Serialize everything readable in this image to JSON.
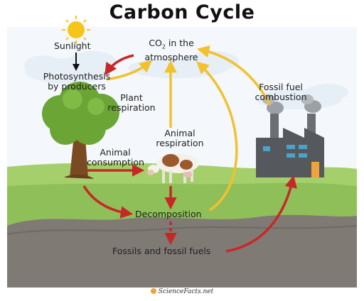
{
  "title": "Carbon Cycle",
  "labels": {
    "sunlight": "Sunlight",
    "co2_main": "CO",
    "co2_sub": "2",
    "co2_rest": " in the",
    "atmosphere": "atmosphere",
    "photosynthesis": "Photosynthesis",
    "by_producers": "by producers",
    "plant": "Plant",
    "respiration_plant": "respiration",
    "animal_r": "Animal",
    "respiration_animal": "respiration",
    "fossil_fuel": "Fossil fuel",
    "combustion": "combustion",
    "animal_c": "Animal",
    "consumption": "consumption",
    "decomposition": "Decomposition",
    "fossils": "Fossils and fossil fuels"
  },
  "footer": "ScienceFacts.net",
  "colors": {
    "red_arrow": "#c62828",
    "yellow_arrow": "#f2c12e",
    "grass": "#9ccb65",
    "soil": "#7d7874",
    "sky": "#eef5fb",
    "sun": "#f5c518",
    "trunk": "#7a4a22",
    "leaves": "#6aa535",
    "factory": "#55595e"
  }
}
